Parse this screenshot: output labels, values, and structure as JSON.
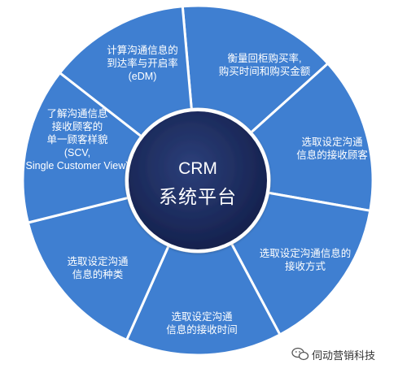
{
  "center": {
    "title": "CRM",
    "subtitle": "系统平台"
  },
  "segments": [
    {
      "lines": [
        "计算沟通信息的",
        "到达率与开启率",
        "(eDM)"
      ]
    },
    {
      "lines": [
        "衡量回柜购买率,",
        "购买时间和购买金额"
      ]
    },
    {
      "lines": [
        "选取设定沟通",
        "信息的接收顾客"
      ]
    },
    {
      "lines": [
        "选取设定沟通信息的",
        "接收方式"
      ]
    },
    {
      "lines": [
        "选取设定沟通",
        "信息的接收时间"
      ]
    },
    {
      "lines": [
        "选取设定沟通",
        "信息的种类"
      ]
    },
    {
      "lines": [
        "了解沟通信息",
        "接收顾客的",
        "单一顾客样貌",
        "(SCV,",
        "Single Customer View)"
      ]
    }
  ],
  "watermark": {
    "icon": "wechat-icon",
    "text": "伺动营销科技"
  },
  "colors": {
    "segment_fill": "#3f7fd1",
    "segment_border": "#ffffff",
    "center_fill": "#1a2a5c",
    "center_ring": "#ffffff",
    "text": "#ffffff"
  }
}
